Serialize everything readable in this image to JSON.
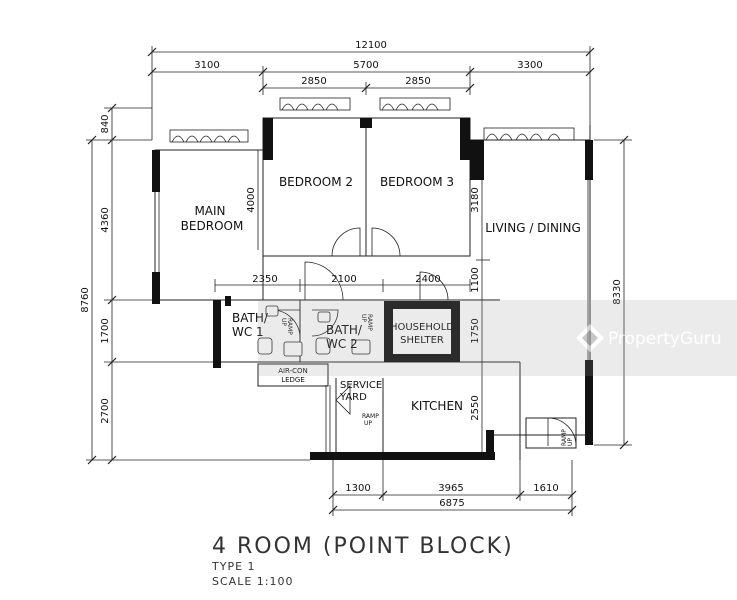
{
  "plan": {
    "title": "4 ROOM (POINT BLOCK)",
    "type_label": "TYPE 1",
    "scale_label": "SCALE 1:100"
  },
  "dimensions": {
    "overall_top": "12100",
    "top_segments": [
      "3100",
      "5700",
      "3300"
    ],
    "bedroom_widths": [
      "2850",
      "2850"
    ],
    "left_vertical": [
      "840",
      "4360",
      "1700",
      "2700"
    ],
    "left_total": "8760",
    "right_total": "8330",
    "main_bedroom_height": "4000",
    "bedroom3_height": "3180",
    "corridor_segments": [
      "2350",
      "2100",
      "2400"
    ],
    "corridor_height": "1100",
    "shelter_height": "1750",
    "kitchen_height": "2550",
    "bottom_segments": [
      "1300",
      "3965",
      "1610"
    ],
    "bottom_total": "6875"
  },
  "rooms": {
    "main_bedroom": [
      "MAIN",
      "BEDROOM"
    ],
    "bedroom2": "BEDROOM 2",
    "bedroom3": "BEDROOM 3",
    "living": "LIVING / DINING",
    "bath1": [
      "BATH/",
      "WC 1"
    ],
    "bath2": [
      "BATH/",
      "WC 2"
    ],
    "shelter": [
      "HOUSEHOLD",
      "SHELTER"
    ],
    "aircon": [
      "AIR-CON",
      "LEDGE"
    ],
    "service": [
      "SERVICE",
      "YARD"
    ],
    "kitchen": "KITCHEN",
    "ramp": [
      "RAMP",
      "UP"
    ]
  },
  "watermark": {
    "brand": "PropertyGuru"
  }
}
